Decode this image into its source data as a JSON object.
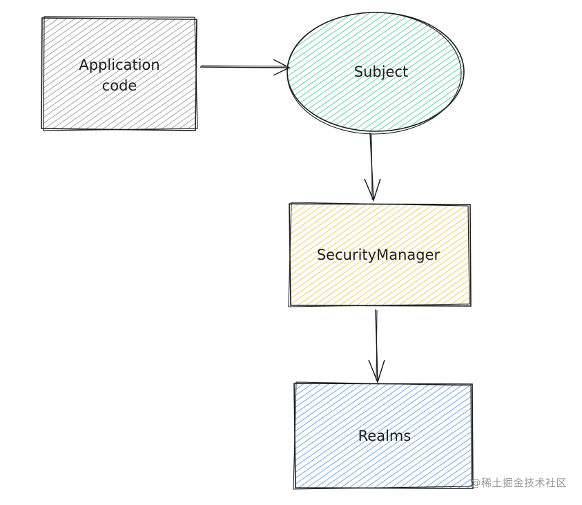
{
  "diagram": {
    "nodes": {
      "app_code": {
        "line1": "Application",
        "line2": "code"
      },
      "subject": {
        "label": "Subject"
      },
      "security_manager": {
        "label": "SecurityManager"
      },
      "realms": {
        "label": "Realms"
      }
    },
    "edges": [
      {
        "from": "Application code",
        "to": "Subject"
      },
      {
        "from": "Subject",
        "to": "SecurityManager"
      },
      {
        "from": "SecurityManager",
        "to": "Realms"
      }
    ],
    "colors": {
      "app_code": "#8c8c8c",
      "subject": "#3cc38c",
      "security_manager": "#f0c040",
      "realms": "#4a90d9",
      "stroke": "#1e1e1e"
    }
  },
  "watermark": {
    "text": "@稀土掘金技术社区"
  }
}
